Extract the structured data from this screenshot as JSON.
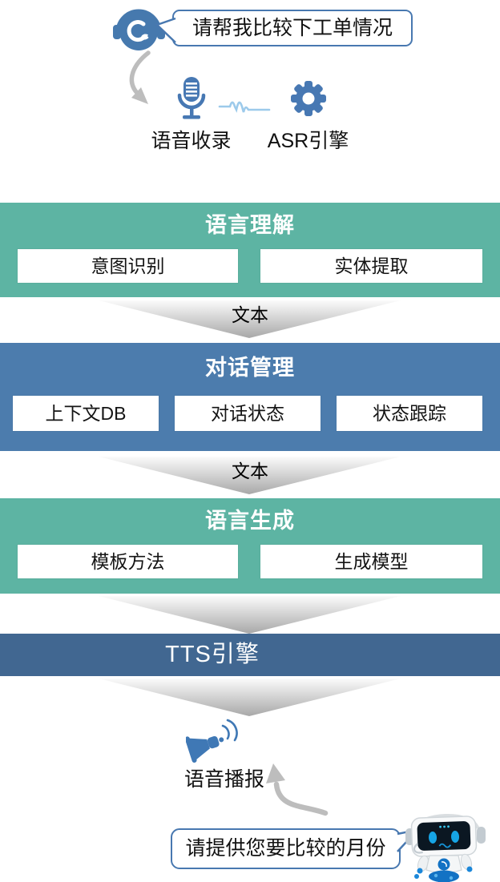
{
  "user_bubble": {
    "text": "请帮我比较下工单情况"
  },
  "input_stage": {
    "voice_capture_label": "语音收录",
    "asr_engine_label": "ASR引擎"
  },
  "nlu_block": {
    "title": "语言理解",
    "items": [
      "意图识别",
      "实体提取"
    ]
  },
  "flow": {
    "label_1": "文本",
    "label_2": "文本"
  },
  "dm_block": {
    "title": "对话管理",
    "items": [
      "上下文DB",
      "对话状态",
      "状态跟踪"
    ]
  },
  "nlg_block": {
    "title": "语言生成",
    "items": [
      "模板方法",
      "生成模型"
    ]
  },
  "tts_block": {
    "title": "TTS引擎"
  },
  "output_stage": {
    "broadcast_label": "语音播报"
  },
  "bot_bubble": {
    "text": "请提供您要比较的月份"
  },
  "colors": {
    "teal_band": "#5DB4A3",
    "blue_band": "#4C7CAD",
    "dark_blue_band": "#416791",
    "icon_blue": "#4778B3",
    "bubble_border": "#4878B0",
    "arrow_gray": "#BDBDBD",
    "waveform_blue": "#9CCAEB"
  }
}
